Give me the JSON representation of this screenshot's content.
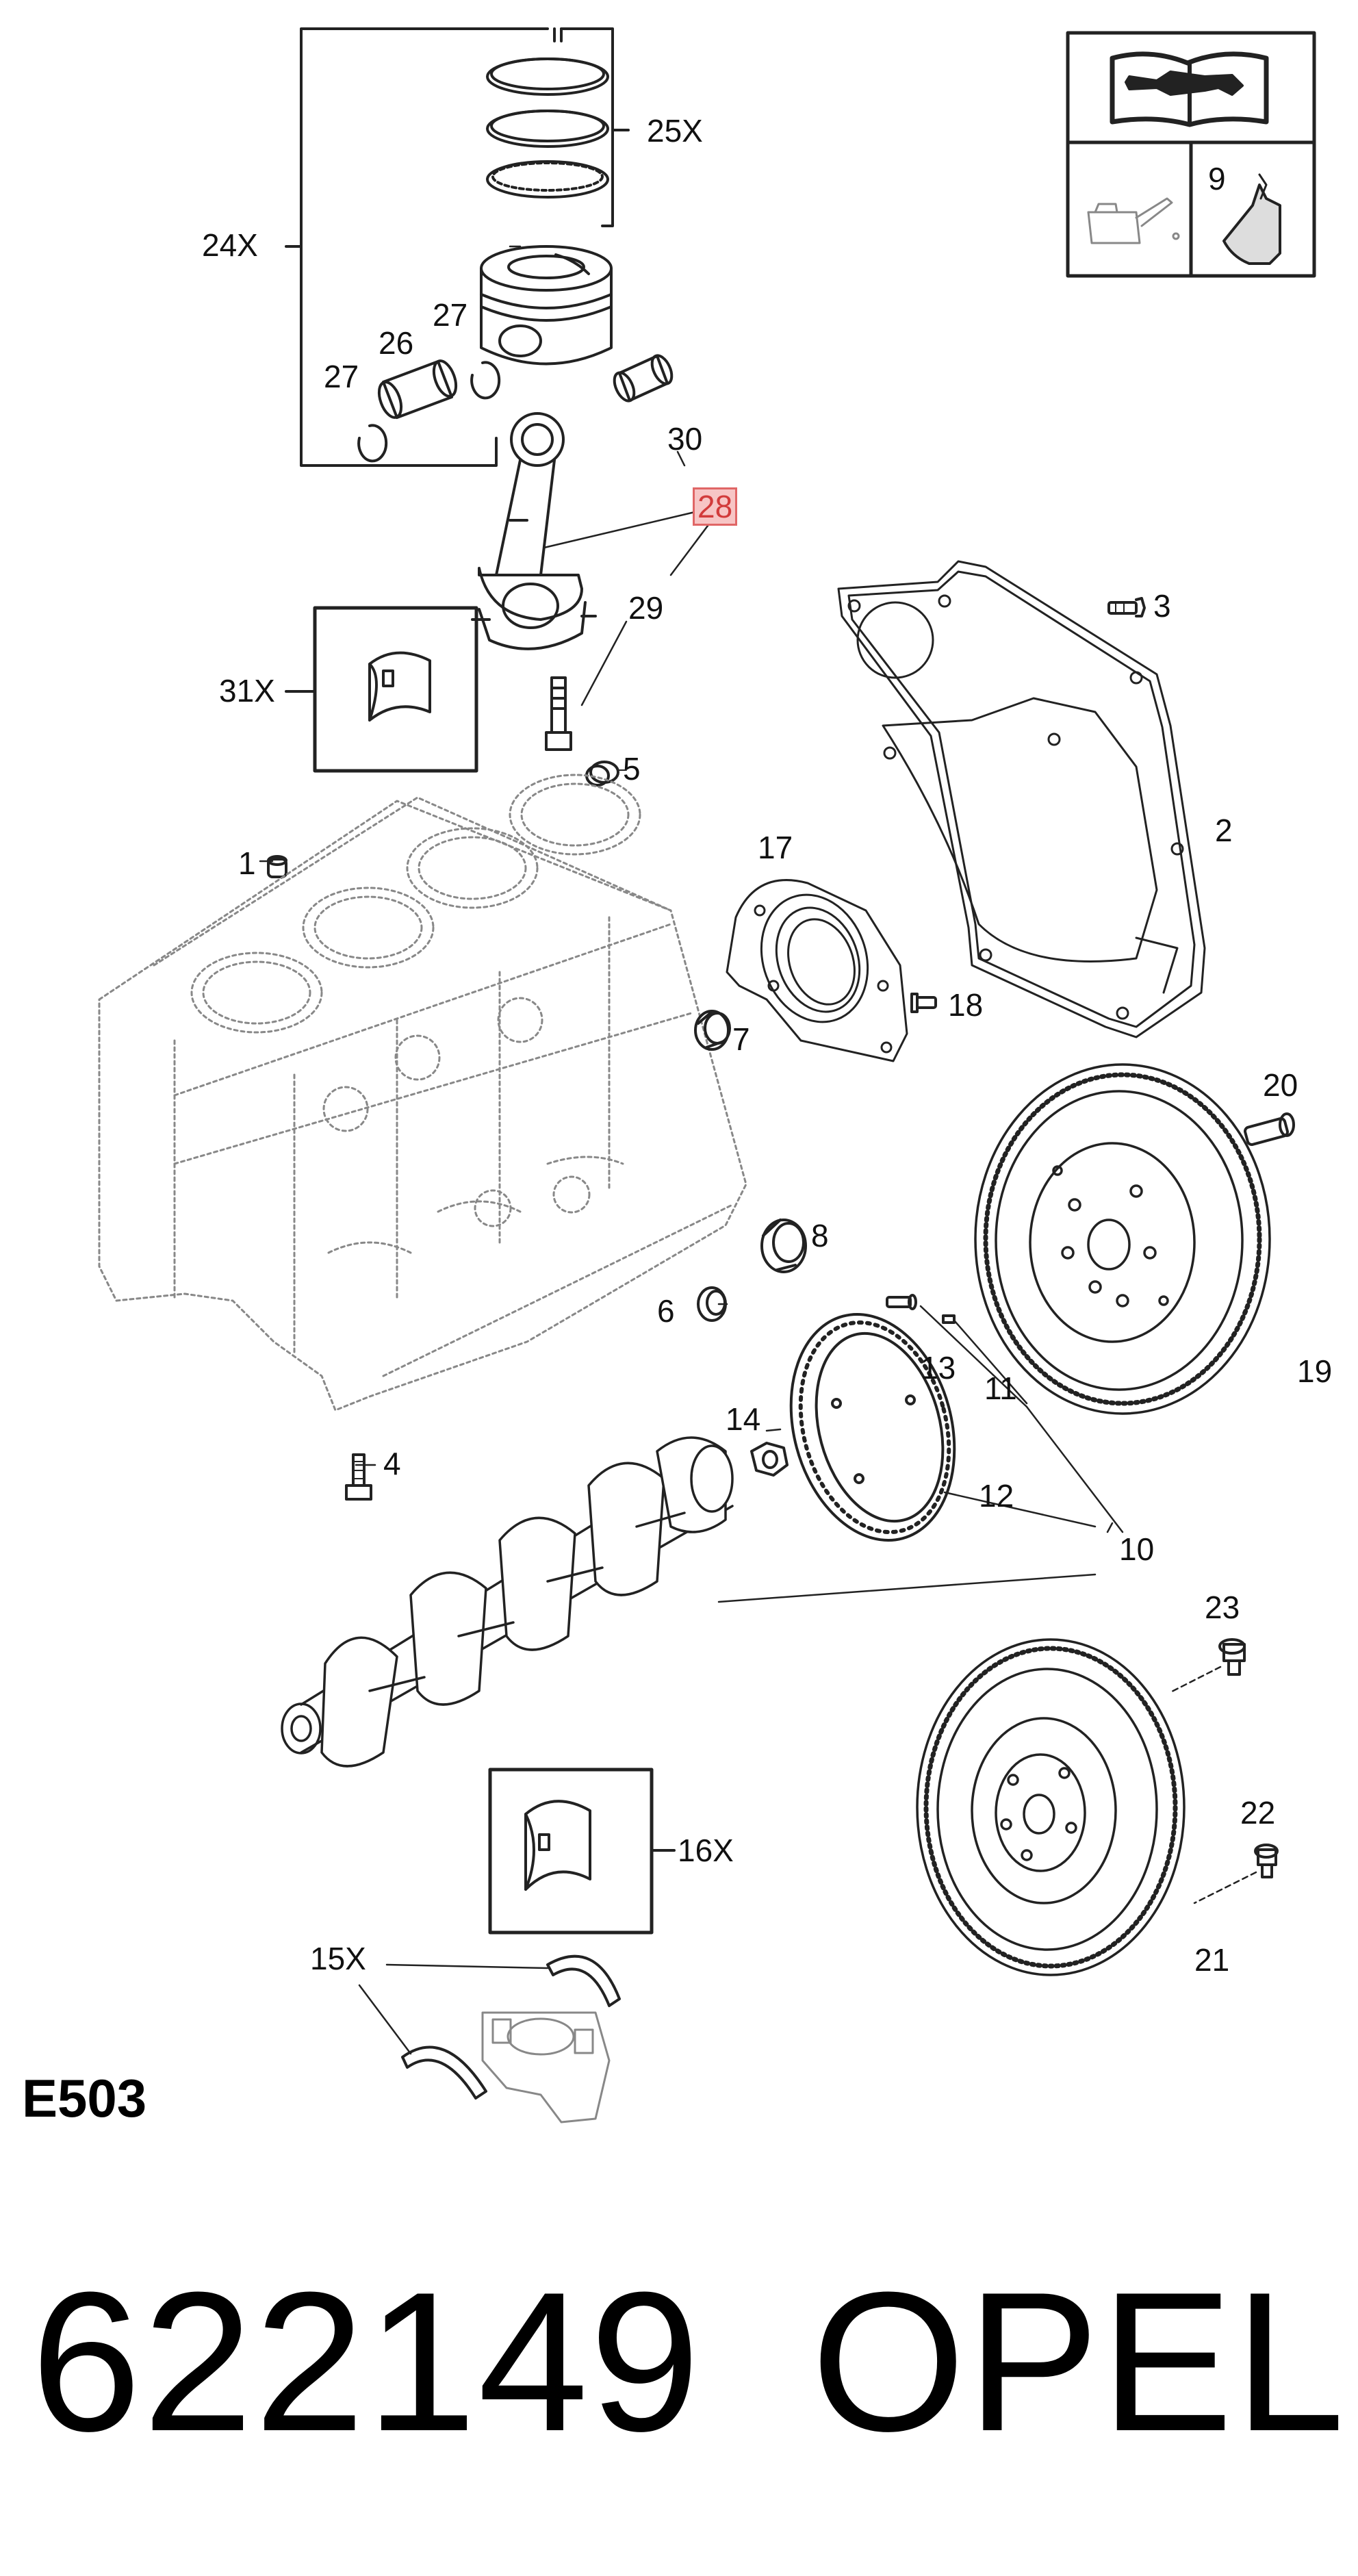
{
  "diagram": {
    "section_code": "E503",
    "part_number": "622149",
    "brand": "OPEL",
    "highlight_color": "#e06666",
    "callouts": {
      "c24X": "24X",
      "c25X": "25X",
      "c26": "26",
      "c27a": "27",
      "c27b": "27",
      "c28": "28",
      "c29": "29",
      "c30": "30",
      "c31X": "31X",
      "c1": "1",
      "c2": "2",
      "c3": "3",
      "c4": "4",
      "c5": "5",
      "c6": "6",
      "c7": "7",
      "c8": "8",
      "c9": "9",
      "c10": "10",
      "c11": "11",
      "c12": "12",
      "c13": "13",
      "c14": "14",
      "c15X": "15X",
      "c16X": "16X",
      "c17": "17",
      "c18": "18",
      "c19": "19",
      "c20": "20",
      "c21": "21",
      "c22": "22",
      "c23": "23"
    },
    "highlighted": [
      "28"
    ],
    "icons": [
      "manual-wrench-icon",
      "oil-can-icon",
      "sealant-tube-icon"
    ]
  }
}
